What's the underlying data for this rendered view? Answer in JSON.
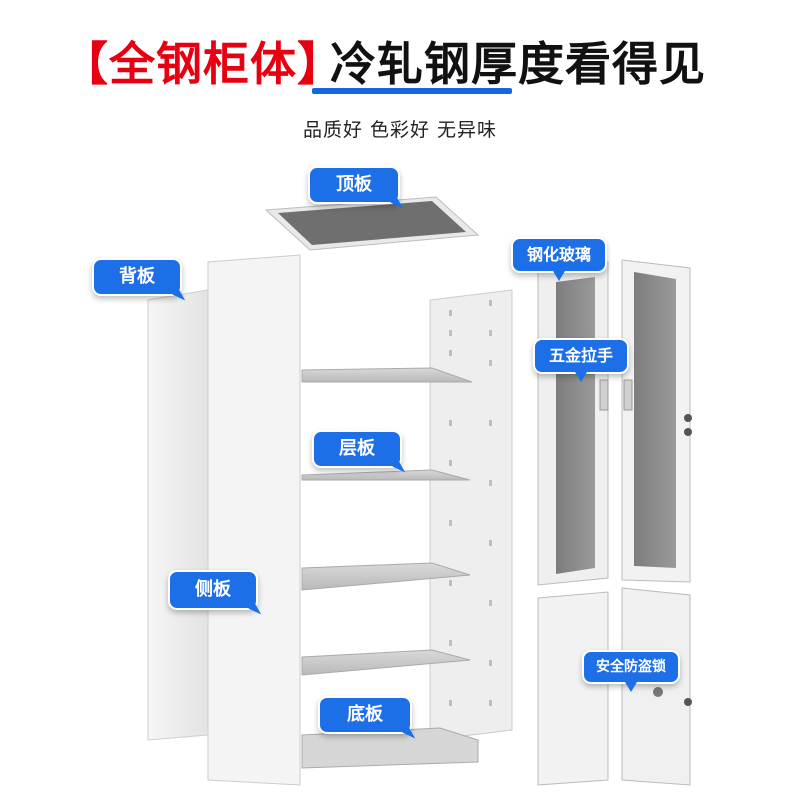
{
  "header": {
    "bracket_title": "【全钢柜体】",
    "title": "冷轧钢厚度看得见",
    "tagline": "品质好 色彩好 无异味"
  },
  "labels": {
    "top_panel": "顶板",
    "back_panel": "背板",
    "shelf": "层板",
    "side_panel": "侧板",
    "bottom_panel": "底板",
    "tempered_glass": "钢化玻璃",
    "hardware_handle": "五金拉手",
    "security_lock": "安全防盗锁"
  },
  "colors": {
    "title_red": "#e60012",
    "accent_blue": "#1d6fe8",
    "panel_light": "#f0f0f0",
    "glass_gray": "#8a8a8a"
  }
}
